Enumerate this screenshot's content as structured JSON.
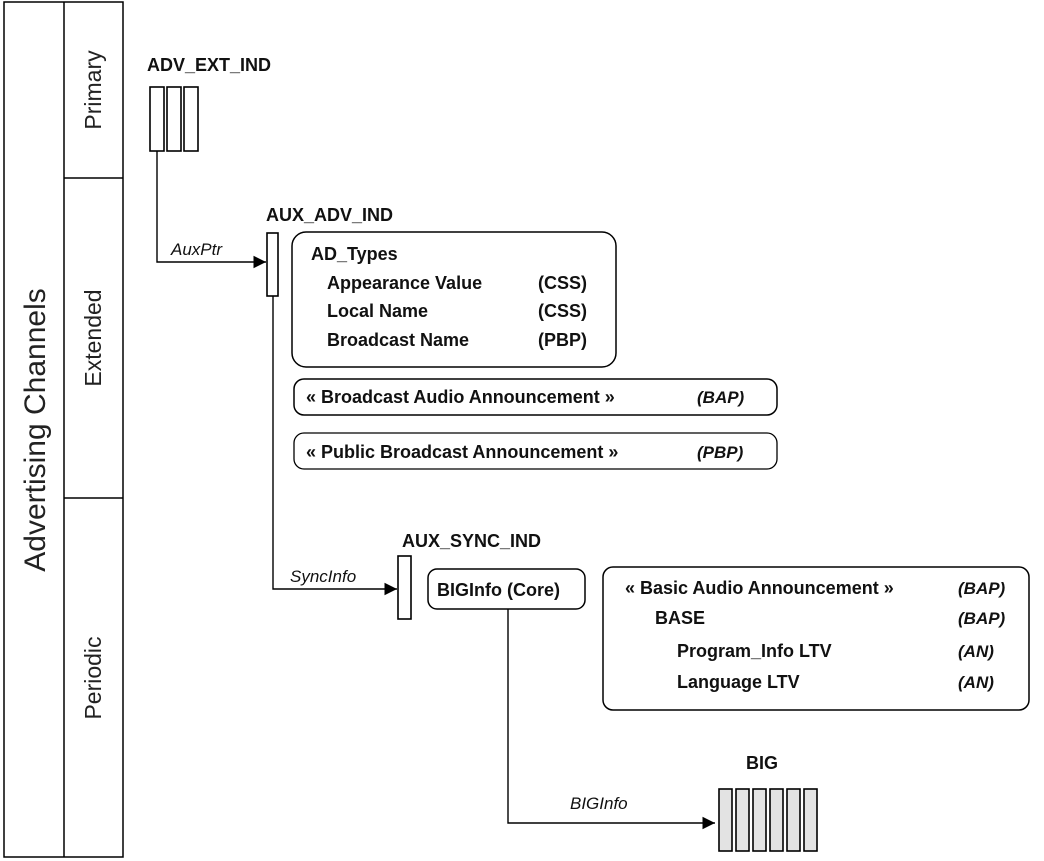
{
  "diagram": {
    "title": "Advertising Channels",
    "lanes": {
      "primary": "Primary",
      "extended": "Extended",
      "periodic": "Periodic"
    },
    "pdus": {
      "adv_ext_ind": "ADV_EXT_IND",
      "aux_adv_ind": "AUX_ADV_IND",
      "aux_sync_ind": "AUX_SYNC_IND",
      "big": "BIG"
    },
    "pointers": {
      "aux_ptr": "AuxPtr",
      "sync_info": "SyncInfo",
      "big_info": "BIGInfo"
    },
    "ad_types": {
      "heading": "AD_Types",
      "rows": [
        {
          "name": "Appearance Value",
          "tag": "(CSS)"
        },
        {
          "name": "Local Name",
          "tag": "(CSS)"
        },
        {
          "name": "Broadcast Name",
          "tag": "(PBP)"
        }
      ]
    },
    "bap_announcement": {
      "label": "« Broadcast Audio Announcement »",
      "tag": "(BAP)"
    },
    "pbp_announcement": {
      "label": "« Public Broadcast Announcement »",
      "tag": "(PBP)"
    },
    "biginfo_core": "BIGInfo (Core)",
    "basic_audio": {
      "title": "« Basic Audio Announcement »",
      "title_tag": "(BAP)",
      "base": "BASE",
      "base_tag": "(BAP)",
      "ltvs": [
        {
          "name": "Program_Info LTV",
          "tag": "(AN)"
        },
        {
          "name": "Language LTV",
          "tag": "(AN)"
        }
      ]
    }
  }
}
